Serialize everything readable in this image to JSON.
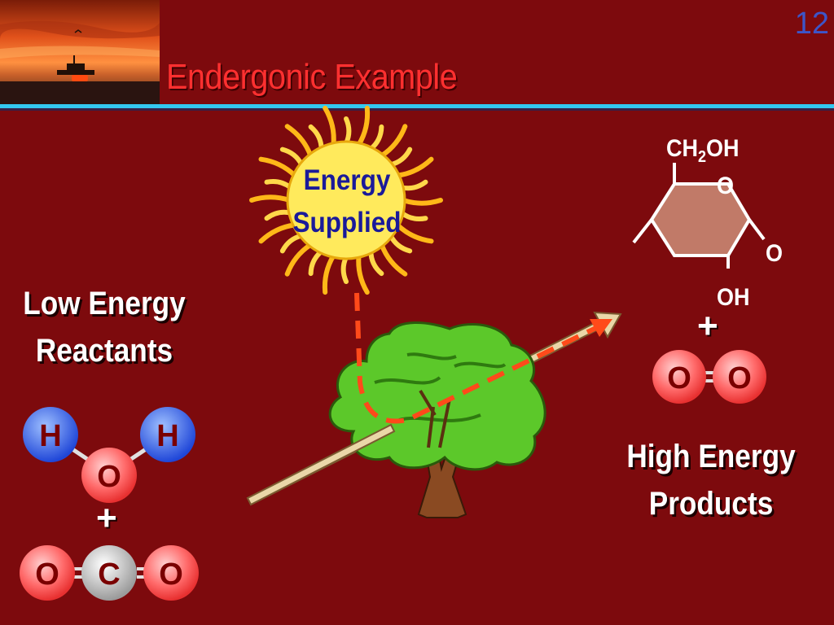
{
  "slide": {
    "number": "12",
    "title": "Endergonic Example"
  },
  "reactants": {
    "label_line1": "Low Energy",
    "label_line2": "Reactants",
    "water": {
      "atoms": [
        "H",
        "O",
        "H"
      ]
    },
    "plus": "+",
    "carbon_dioxide": {
      "atoms": [
        "O",
        "C",
        "O"
      ]
    }
  },
  "energy": {
    "label_line1": "Energy",
    "label_line2": "Supplied"
  },
  "products": {
    "label_line1": "High Energy",
    "label_line2": "Products",
    "glucose": {
      "top_group": "CH",
      "top_group_sub": "2",
      "top_group_end": "OH",
      "ring_oxygen": "O",
      "side_oxygen": "O",
      "bottom_group": "OH"
    },
    "plus": "+",
    "oxygen": {
      "atoms": [
        "O",
        "O"
      ]
    }
  },
  "colors": {
    "background": "#7d0a0d",
    "title": "#ff3030",
    "slide_number": "#3d55c8",
    "divider": "#33c8f0",
    "hydrogen": "#3d6cf0",
    "oxygen": "#ff5a5a",
    "carbon": "#bdbdbd",
    "atom_text": "#7a0000",
    "energy_text": "#1a1a9a"
  },
  "icons": [
    "sunset-photo",
    "sun-icon",
    "tree-icon",
    "energy-arrow",
    "glucose-ring"
  ]
}
